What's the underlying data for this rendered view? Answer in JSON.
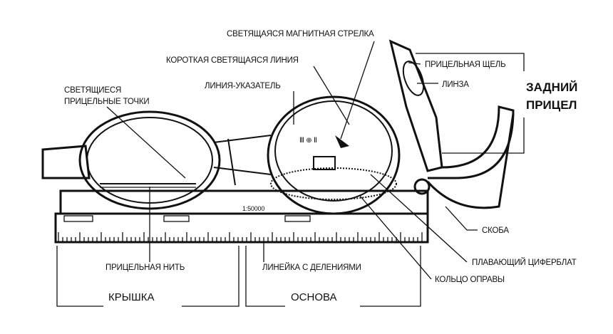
{
  "labels": {
    "luminous_magnetic_arrow": "СВЕТЯЩАЯСЯ МАГНИТНАЯ СТРЕЛКА",
    "short_luminous_line": "КОРОТКАЯ СВЕТЯЩАЯСЯ ЛИНИЯ",
    "index_line": "ЛИНИЯ-УКАЗАТЕЛЬ",
    "luminous_sighting_dots_1": "СВЕТЯЩИЕСЯ",
    "luminous_sighting_dots_2": "ПРИЦЕЛЬНЫЕ ТОЧКИ",
    "sighting_slot": "ПРИЦЕЛЬНАЯ ЩЕЛЬ",
    "lens": "ЛИНЗА",
    "rear_sight_1": "ЗАДНИЙ",
    "rear_sight_2": "ПРИЦЕЛ",
    "thumb_loop": "СКОБА",
    "floating_dial": "ПЛАВАЮЩИЙ ЦИФЕРБЛАТ",
    "bezel_ring": "КОЛЬЦО ОПРАВЫ",
    "sighting_wire": "ПРИЦЕЛЬНАЯ НИТЬ",
    "graduated_ruler": "ЛИНЕЙКА С ДЕЛЕНИЯМИ",
    "cover": "КРЫШКА",
    "base": "ОСНОВА"
  },
  "scale_text": "1:50000"
}
